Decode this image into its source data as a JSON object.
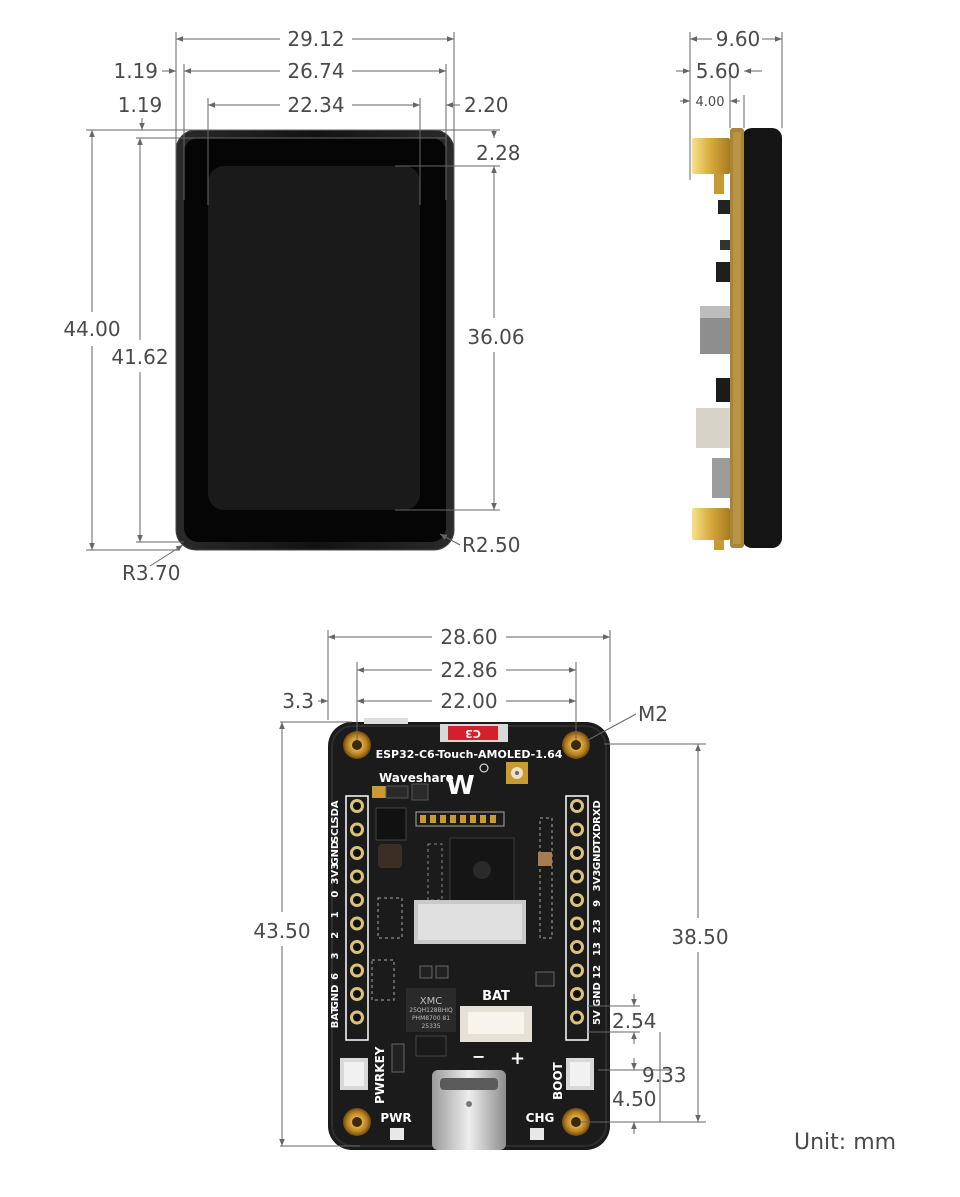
{
  "front_view": {
    "dims": {
      "outer_width": "29.12",
      "bezel_width": "26.74",
      "active_width": "22.34",
      "left_offset_top": "1.19",
      "left_offset_second": "1.19",
      "right_offset": "2.20",
      "top_offset": "2.28",
      "outer_height": "44.00",
      "bezel_height": "41.62",
      "active_height": "36.06",
      "outer_radius": "R3.70",
      "inner_radius": "R2.50"
    }
  },
  "side_view": {
    "dims": {
      "total_depth": "9.60",
      "board_depth": "5.60",
      "connector_depth": "4.00"
    }
  },
  "back_view": {
    "dims": {
      "outer_width": "28.60",
      "hole_spacing_outer": "22.86",
      "hole_spacing": "22.00",
      "left_offset": "3.3",
      "hole_label": "M2",
      "outer_height": "43.50",
      "hole_spacing_vertical": "38.50",
      "pin_pitch": "2.54",
      "bottom_offset_a": "9.33",
      "bottom_offset_b": "4.50"
    },
    "silkscreen": {
      "title": "ESP32-C6-Touch-AMOLED-1.64",
      "brand": "Waveshare",
      "logo": "W",
      "badge": "C3",
      "left_header": [
        "SDA",
        "SCL",
        "GND",
        "3V3",
        "0",
        "1",
        "2",
        "3",
        "6",
        "GND",
        "BAT"
      ],
      "right_header": [
        "RXD",
        "TXD",
        "GND",
        "3V3",
        "9",
        "23",
        "13",
        "12",
        "GND",
        "5V"
      ],
      "bat_label": "BAT",
      "minus": "−",
      "plus": "+",
      "pwrkey": "PWRKEY",
      "pwr": "PWR",
      "boot": "BOOT",
      "chg": "CHG",
      "chip_text": [
        "XMC",
        "25QH128BHIQ",
        "PHM8700 81",
        "25335"
      ]
    }
  },
  "unit_label": "Unit: mm"
}
